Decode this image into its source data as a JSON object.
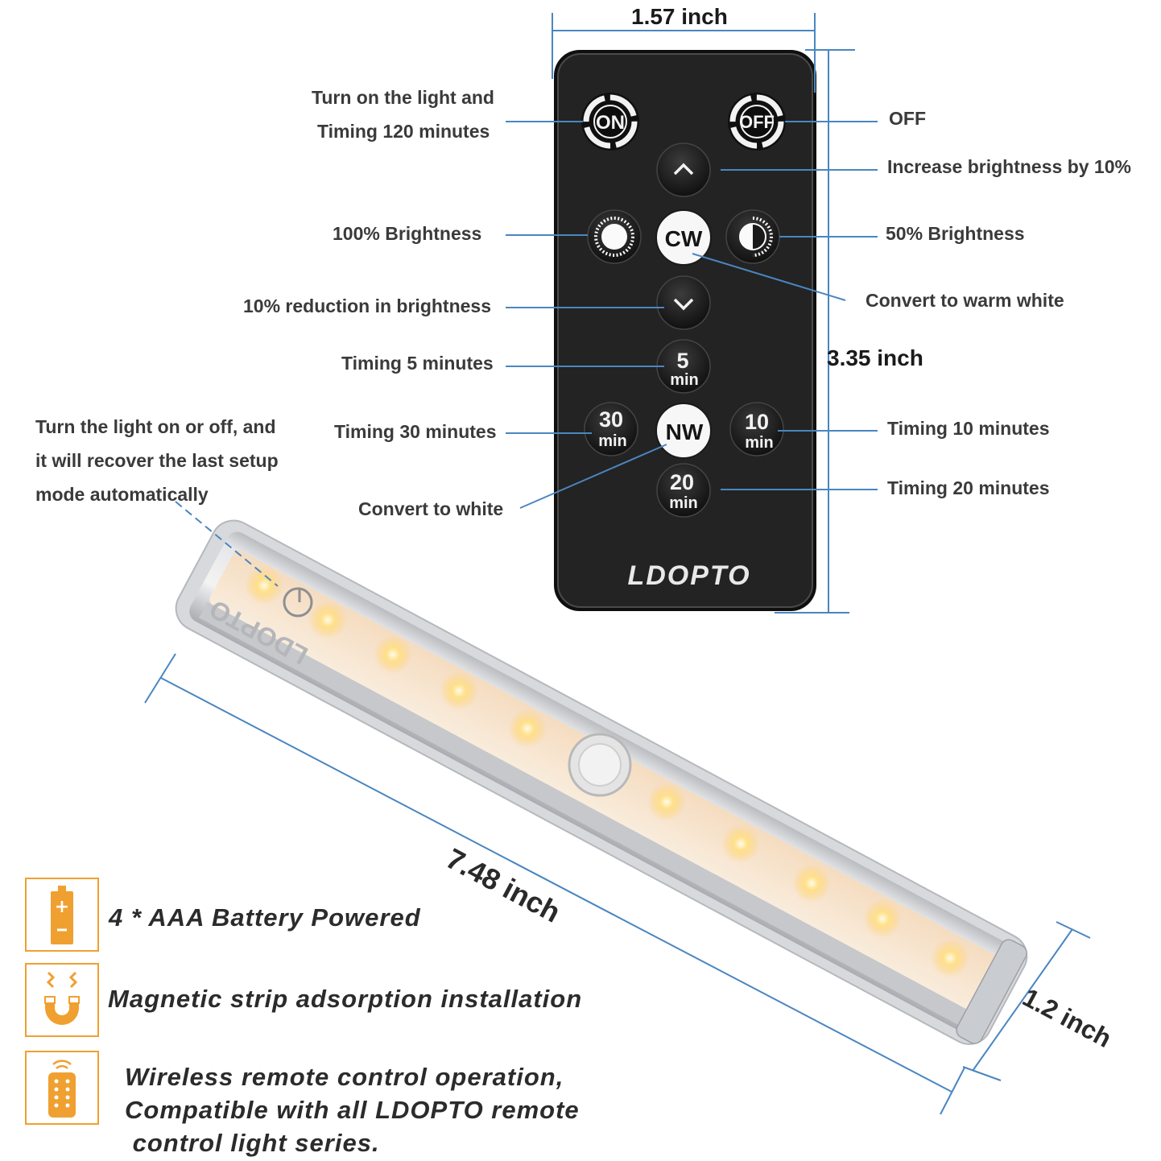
{
  "dimensions": {
    "remote_width": "1.57 inch",
    "remote_height": "3.35 inch",
    "bar_length": "7.48 inch",
    "bar_width": "1.2 inch"
  },
  "remote": {
    "brand": "LDOPTO",
    "buttons": {
      "on": "ON",
      "off": "OFF",
      "cw": "CW",
      "nw": "NW",
      "t5_num": "5",
      "t10_num": "10",
      "t20_num": "20",
      "t30_num": "30",
      "unit": "min"
    }
  },
  "bar": {
    "brand": "LDOPTO"
  },
  "callouts": {
    "on_line1": "Turn on the light and",
    "on_line2": "Timing 120 minutes",
    "off": "OFF",
    "increase": "Increase brightness by 10%",
    "full_brightness": "100% Brightness",
    "half_brightness": "50% Brightness",
    "warm_white": "Convert to warm white",
    "reduce": "10% reduction in brightness",
    "t5": "Timing 5 minutes",
    "t30": "Timing 30 minutes",
    "t10": "Timing 10 minutes",
    "t20": "Timing 20 minutes",
    "white": "Convert to white",
    "touch_line1": "Turn the light on or off, and",
    "touch_line2": "it will recover the last setup",
    "touch_line3": "mode automatically"
  },
  "features": [
    {
      "icon": "battery-icon",
      "text": "4 * AAA Battery Powered"
    },
    {
      "icon": "magnet-icon",
      "text": "Magnetic strip adsorption installation"
    },
    {
      "icon": "remote-icon",
      "lines": [
        "Wireless remote control operation,",
        "Compatible with all LDOPTO remote",
        " control light series."
      ]
    }
  ],
  "colors": {
    "guide_line": "#4a86c0",
    "feature_accent": "#f0a030",
    "remote_body": "#1c1c1c",
    "led_glow": "#ffd27a"
  }
}
